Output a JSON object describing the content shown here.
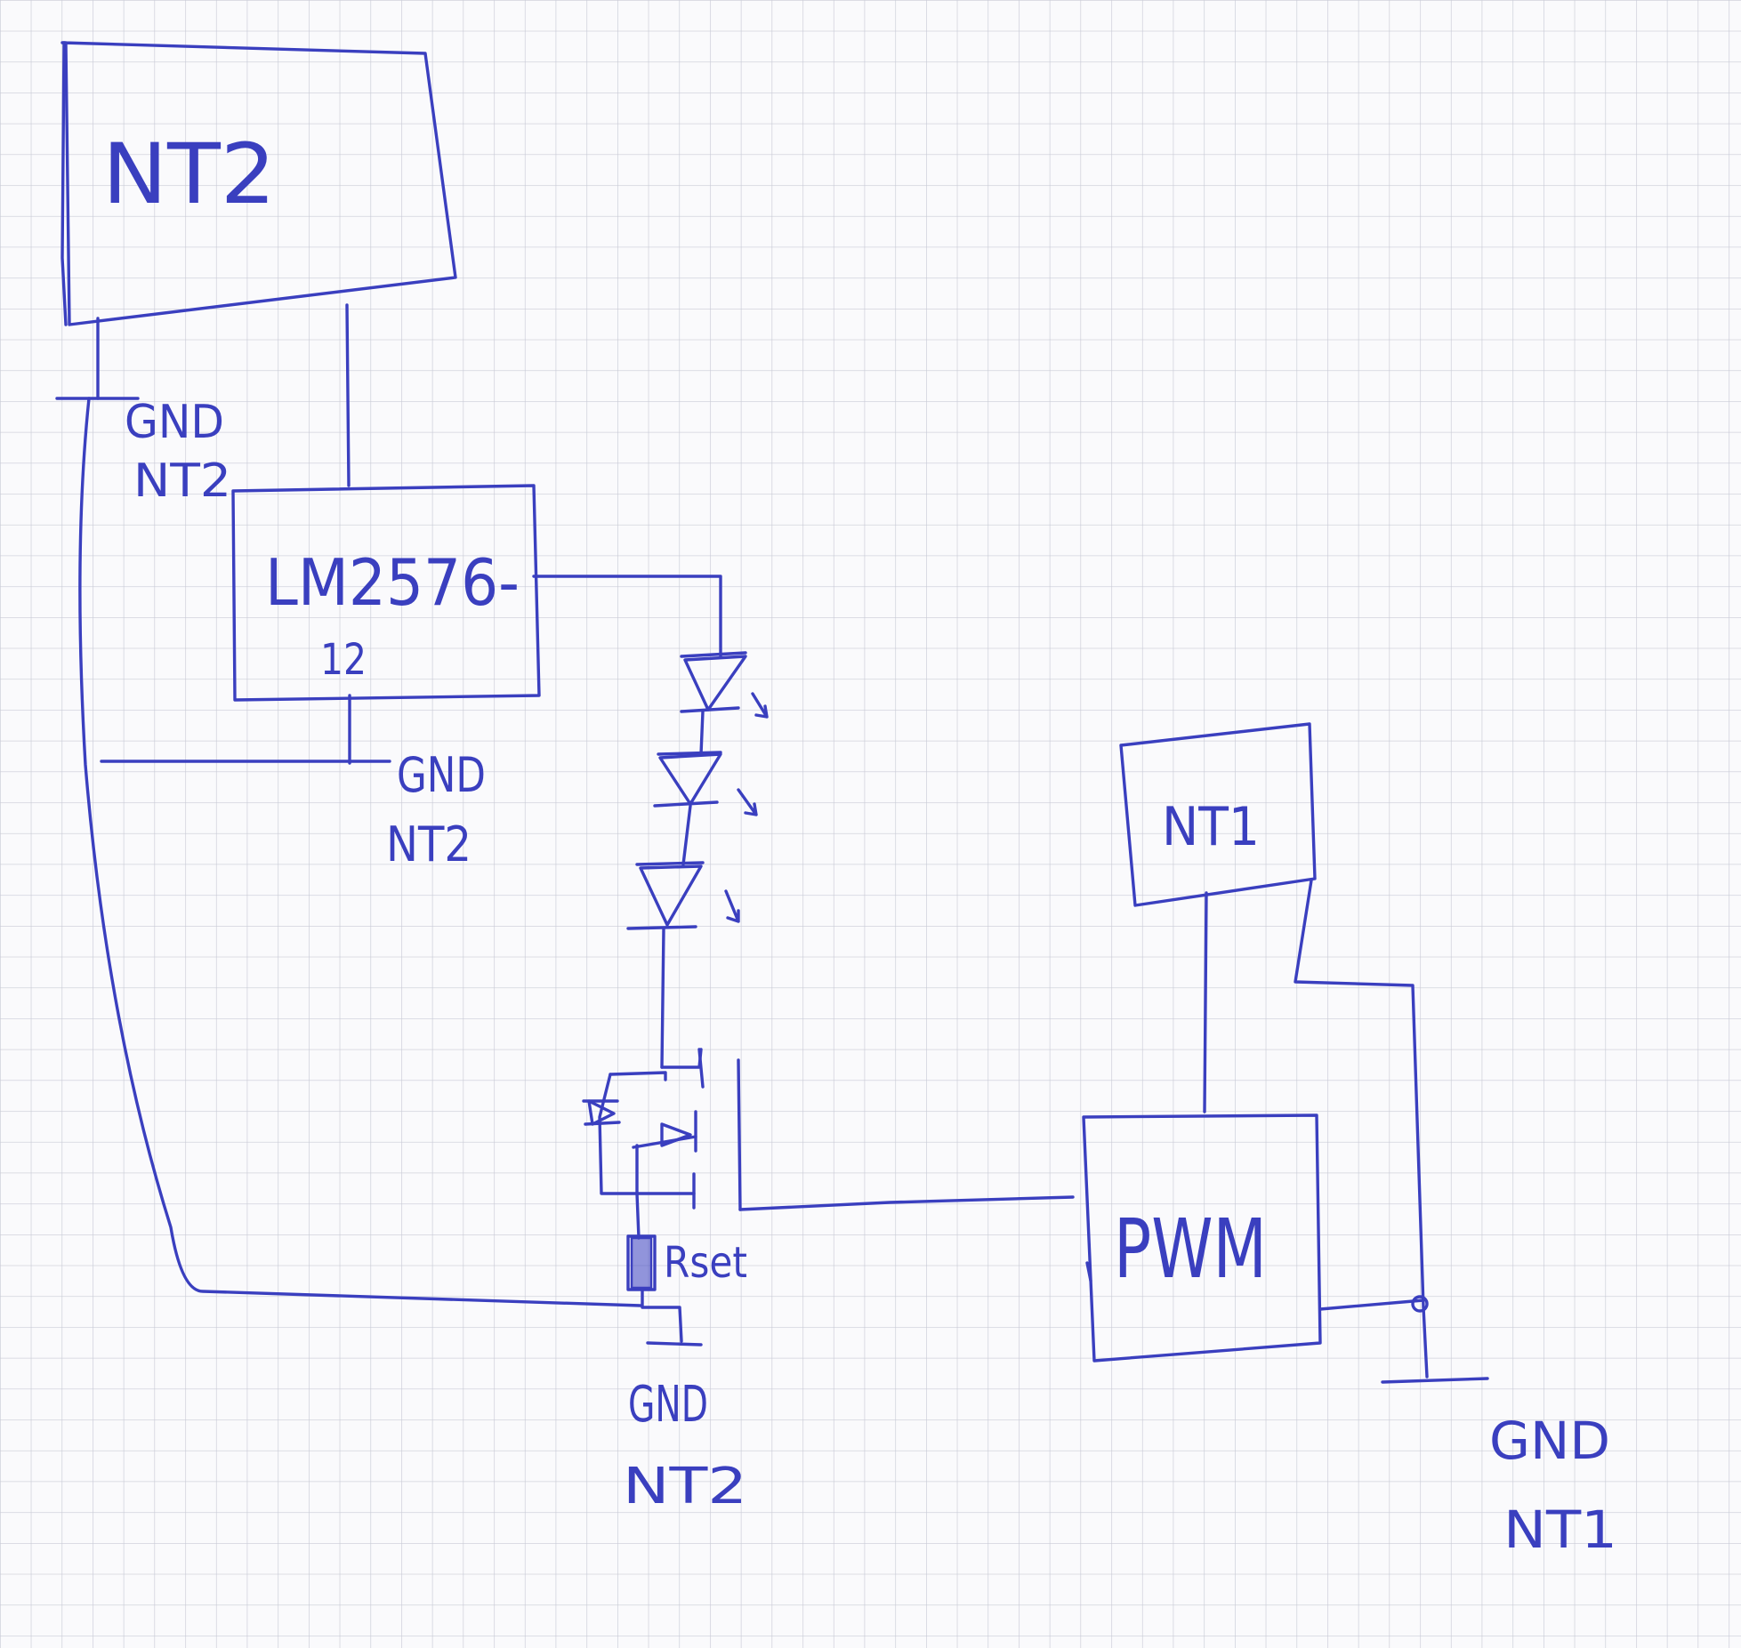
{
  "diagram": {
    "blocks": {
      "nt2": "NT2",
      "regulator": "LM2576-",
      "regulator_variant": "12",
      "nt1": "NT1",
      "pwm": "PWM"
    },
    "resistor_label": "Rset",
    "ground_labels": {
      "gnd1_line1": "GND",
      "gnd1_line2": "NT2",
      "gnd2_line1": "GND",
      "gnd2_line2": "NT2",
      "gnd3_line1": "GND",
      "gnd3_line2": "NT2",
      "gnd4_line1": "GND",
      "gnd4_line2": "NT1"
    },
    "colors": {
      "ink": "#3a3fbf",
      "grid": "#c9cbd6",
      "paper": "#fafafc"
    }
  }
}
